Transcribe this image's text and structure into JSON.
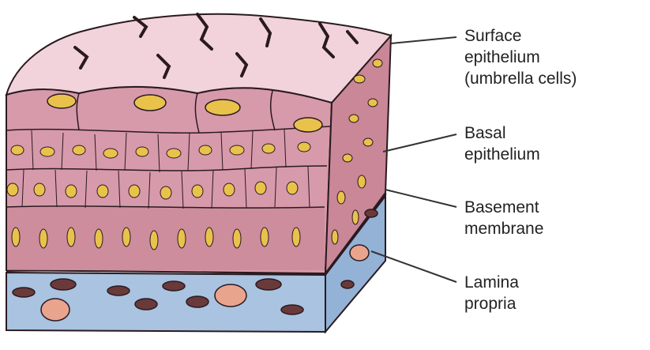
{
  "labels": {
    "surface": [
      "Surface",
      "epithelium",
      "(umbrella cells)"
    ],
    "basal": [
      "Basal",
      "epithelium"
    ],
    "basement": [
      "Basement",
      "membrane"
    ],
    "lamina": [
      "Lamina",
      "propria"
    ]
  },
  "colors": {
    "surface_top": "#f2d3dc",
    "epithelium": "#d79aab",
    "epithelium_dark": "#c07a90",
    "basal_layer": "#c98797",
    "lamina": "#a9c3e1",
    "lamina_side": "#93b2d6",
    "nucleus": "#e9c24c",
    "lamina_cell": "#e9a48e",
    "outline": "#2a1a20",
    "leader": "#333333"
  }
}
